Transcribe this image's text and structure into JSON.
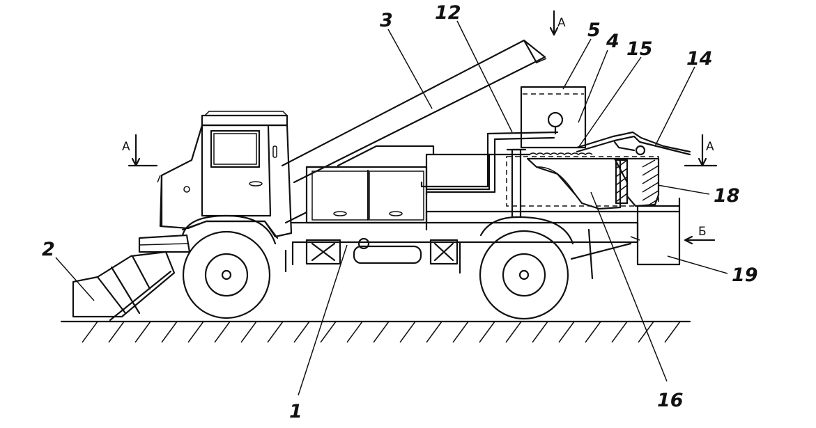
{
  "labels": {
    "n1": "1",
    "n2": "2",
    "n3": "3",
    "n4": "4",
    "n5": "5",
    "n12": "12",
    "n14": "14",
    "n15": "15",
    "n16": "16",
    "n18": "18",
    "n19": "19"
  },
  "sections": {
    "a_top": "A",
    "a_left": "A",
    "a_right": "A",
    "b_right": "Б"
  }
}
